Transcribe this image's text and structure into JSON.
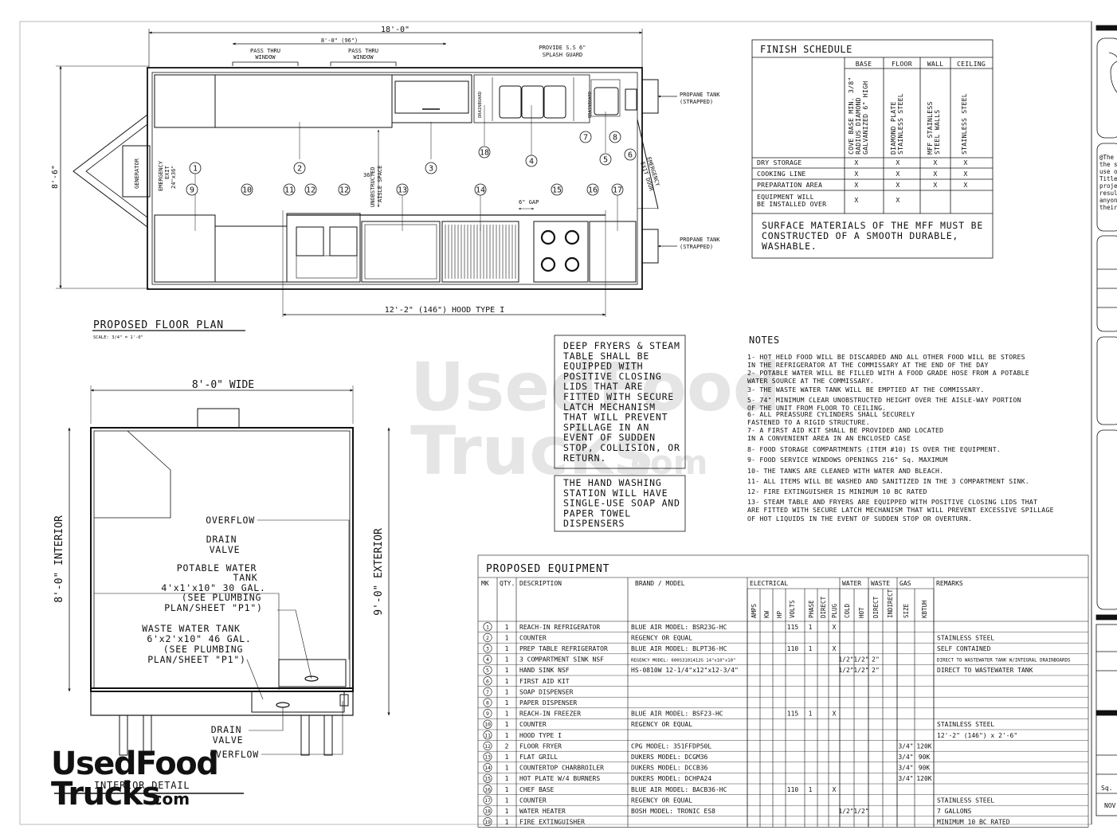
{
  "floor_plan": {
    "title": "PROPOSED FLOOR PLAN",
    "scale": "SCALE: 3/4\" = 1'-0\"",
    "overall_length": "18'-0\"",
    "width": "8'-6\"",
    "window_span": "8'-0\" (96\")",
    "pass_thru_1": [
      "PASS THRU",
      "WINDOW"
    ],
    "pass_thru_2": [
      "PASS THRU",
      "WINDOW"
    ],
    "splash_guard": [
      "PROVIDE S.S 6\"",
      "SPLASH GUARD"
    ],
    "propane_top": [
      "PROPANE TANK",
      "(STRAPPED)"
    ],
    "propane_bottom": [
      "PROPANE TANK",
      "(STRAPPED)"
    ],
    "generator": "GENERATOR",
    "emergency_exit": [
      "EMERGENCY",
      "EXIT",
      "24\"x36\""
    ],
    "emergency_door": [
      "EMERGENCY",
      "EXIT DOOR"
    ],
    "aisle": [
      "UNOBSTRUCTED",
      "AISLE SPACE"
    ],
    "aisle_dim": "36\"",
    "gap": "6\" GAP",
    "drainboard": "DRAINBOARD",
    "hood": "12'-2\" (146\") HOOD TYPE I",
    "callouts_top": [
      "1",
      "2",
      "3",
      "18",
      "4",
      "7",
      "8",
      "5",
      "6"
    ],
    "callouts_bottom": [
      "9",
      "10",
      "11",
      "12",
      "12",
      "13",
      "14",
      "15",
      "16",
      "17"
    ]
  },
  "interior_detail": {
    "title": "INTERIOR DETAIL",
    "width": "8'-0\" WIDE",
    "interior": "8'-0\" INTERIOR",
    "exterior": "9'-0\" EXTERIOR",
    "overflow_top": "OVERFLOW",
    "drain_top": [
      "DRAIN",
      "VALVE"
    ],
    "potable": [
      "POTABLE WATER",
      "TANK",
      "4'x1'x10\" 30 GAL.",
      "(SEE PLUMBING",
      "PLAN/SHEET \"P1\")"
    ],
    "waste": [
      "WASTE WATER TANK",
      "6'x2'x10\" 46 GAL.",
      "(SEE PLUMBING",
      "PLAN/SHEET \"P1\")"
    ],
    "drain_bottom": [
      "DRAIN",
      "VALVE"
    ],
    "overflow_bottom": "OVERFLOW"
  },
  "finish_schedule": {
    "title": "FINISH SCHEDULE",
    "headers": [
      "BASE",
      "FLOOR",
      "WALL",
      "CEILING"
    ],
    "materials": [
      [
        "COVE BASE MIN. 3/8\"",
        "RADIUS DIAMOND",
        "GALVANIZED 6\" HIGH"
      ],
      [
        "DIAMOND PLATE",
        "STAINLESS STEEL"
      ],
      [
        "MFF STAINLESS",
        "STEEL WALLS"
      ],
      [
        "STAINLESS STEEL"
      ]
    ],
    "rows": [
      {
        "name": [
          "DRY STORAGE"
        ],
        "marks": [
          "X",
          "X",
          "X",
          "X"
        ]
      },
      {
        "name": [
          "COOKING LINE"
        ],
        "marks": [
          "X",
          "X",
          "X",
          "X"
        ]
      },
      {
        "name": [
          "PREPARATION AREA"
        ],
        "marks": [
          "X",
          "X",
          "X",
          "X"
        ]
      },
      {
        "name": [
          "EQUIPMENT WILL",
          "BE INSTALLED OVER"
        ],
        "marks": [
          "X",
          "X",
          "",
          ""
        ]
      }
    ],
    "note": [
      "SURFACE MATERIALS OF THE MFF MUST BE",
      "CONSTRUCTED OF A SMOOTH DURABLE,",
      "WASHABLE."
    ]
  },
  "fryer_note": [
    "DEEP FRYERS & STEAM",
    "TABLE SHALL BE",
    "EQUIPPED WITH",
    "POSITIVE CLOSING",
    "LIDS THAT ARE",
    "FITTED WITH SECURE",
    "LATCH MECHANISM",
    "THAT WILL PREVENT",
    "SPILLAGE IN AN",
    "EVENT OF SUDDEN",
    "STOP, COLLISION, OR",
    "RETURN."
  ],
  "handwash_note": [
    "THE HAND WASHING",
    "STATION WILL HAVE",
    "SINGLE-USE SOAP AND",
    "PAPER TOWEL",
    "DISPENSERS"
  ],
  "notes": {
    "title": "NOTES",
    "lines": [
      "1- HOT HELD FOOD WILL BE DISCARDED AND ALL OTHER FOOD WILL BE STORES",
      "   IN THE REFRIGERATOR AT THE COMMISSARY AT THE END OF THE DAY",
      "2- POTABLE WATER WILL BE FILLED WITH A FOOD GRADE HOSE FROM A POTABLE",
      "   WATER SOURCE AT THE COMMISSARY.",
      "3- THE WASTE WATER TANK WILL BE EMPTIED AT THE COMMISSARY.",
      "5- 74\" MINIMUM CLEAR UNOBSTRUCTED HEIGHT OVER THE AISLE-WAY PORTION",
      "   OF THE UNIT FROM FLOOR TO CEILING.",
      "6- ALL PREASSURE CYLINDERS SHALL SECURELY",
      "   FASTENED TO A RIGID STRUCTURE.",
      "7- A FIRST AID KIT SHALL BE PROVIDED AND LOCATED",
      "   IN A CONVENIENT AREA IN AN ENCLOSED CASE",
      "8- FOOD STORAGE COMPARTMENTS (ITEM #10) IS OVER THE EQUIPMENT.",
      "9- FOOD SERVICE WINDOWS OPENINGS 216\" Sq. MAXIMUM",
      "10- THE TANKS ARE CLEANED WITH WATER AND BLEACH.",
      "11- ALL ITEMS WILL BE WASHED AND SANITIZED IN THE 3 COMPARTMENT SINK.",
      "12- FIRE EXTINGUISHER IS MINIMUM 10 BC RATED",
      "13- STEAM TABLE AND FRYERS ARE EQUIPPED WITH POSITIVE CLOSING LIDS THAT",
      "ARE FITTED WITH SECURE LATCH MECHANISM THAT WILL PREVENT EXCESSIVE SPILLAGE",
      "OF HOT LIQUIDS IN THE EVENT OF SUDDEN STOP OR OVERTURN."
    ]
  },
  "equipment": {
    "title": "PROPOSED EQUIPMENT",
    "headers": {
      "mk": "MK",
      "qty": "QTY.",
      "desc": "DESCRIPTION",
      "brand": "BRAND / MODEL",
      "electrical": "ELECTRICAL",
      "water": "WATER",
      "waste": "WASTE",
      "gas": "GAS",
      "remarks": "REMARKS"
    },
    "sub_headers": [
      "AMPS",
      "KW",
      "HP",
      "VOLTS",
      "PHASE",
      "DIRECT",
      "PLUG",
      "COLD",
      "HOT",
      "DIRECT",
      "INDIRECT",
      "SIZE",
      "KBTUH"
    ],
    "rows": [
      {
        "mk": "1",
        "qty": "1",
        "desc": "REACH-IN REFRIGERATOR",
        "brand": "BLUE AIR MODEL: BSR23G-HC",
        "volts": "115",
        "phase": "1",
        "plug": "X",
        "cold": "",
        "hot": "",
        "direct": "",
        "size": "",
        "kbtuh": "",
        "remarks": ""
      },
      {
        "mk": "2",
        "qty": "1",
        "desc": "COUNTER",
        "brand": "REGENCY OR EQUAL",
        "volts": "",
        "phase": "",
        "plug": "",
        "cold": "",
        "hot": "",
        "direct": "",
        "size": "",
        "kbtuh": "",
        "remarks": "STAINLESS STEEL"
      },
      {
        "mk": "3",
        "qty": "1",
        "desc": "PREP TABLE REFRIGERATOR",
        "brand": "BLUE AIR MODEL: BLPT36-HC",
        "volts": "110",
        "phase": "1",
        "plug": "X",
        "cold": "",
        "hot": "",
        "direct": "",
        "size": "",
        "kbtuh": "",
        "remarks": "SELF CONTAINED"
      },
      {
        "mk": "4",
        "qty": "1",
        "desc": "3 COMPARTMENT SINK NSF",
        "brand": "REGENCY MODEL: 600S3101412G 14\"x10\"x10\"",
        "volts": "",
        "phase": "",
        "plug": "",
        "cold": "1/2\"",
        "hot": "1/2\"",
        "direct": "2\"",
        "size": "",
        "kbtuh": "",
        "remarks": "DIRECT TO WASTEWATER TANK W/INTEGRAL DRAINBOARDS"
      },
      {
        "mk": "5",
        "qty": "1",
        "desc": "HAND SINK NSF",
        "brand": "HS-0810W 12-1/4\"x12\"x12-3/4\"",
        "volts": "",
        "phase": "",
        "plug": "",
        "cold": "1/2\"",
        "hot": "1/2\"",
        "direct": "2\"",
        "size": "",
        "kbtuh": "",
        "remarks": "DIRECT TO WASTEWATER TANK"
      },
      {
        "mk": "6",
        "qty": "1",
        "desc": "FIRST AID KIT",
        "brand": "",
        "volts": "",
        "phase": "",
        "plug": "",
        "cold": "",
        "hot": "",
        "direct": "",
        "size": "",
        "kbtuh": "",
        "remarks": ""
      },
      {
        "mk": "7",
        "qty": "1",
        "desc": "SOAP DISPENSER",
        "brand": "",
        "volts": "",
        "phase": "",
        "plug": "",
        "cold": "",
        "hot": "",
        "direct": "",
        "size": "",
        "kbtuh": "",
        "remarks": ""
      },
      {
        "mk": "8",
        "qty": "1",
        "desc": "PAPER DISPENSER",
        "brand": "",
        "volts": "",
        "phase": "",
        "plug": "",
        "cold": "",
        "hot": "",
        "direct": "",
        "size": "",
        "kbtuh": "",
        "remarks": ""
      },
      {
        "mk": "9",
        "qty": "1",
        "desc": "REACH-IN FREEZER",
        "brand": "BLUE AIR MODEL: BSF23-HC",
        "volts": "115",
        "phase": "1",
        "plug": "X",
        "cold": "",
        "hot": "",
        "direct": "",
        "size": "",
        "kbtuh": "",
        "remarks": ""
      },
      {
        "mk": "10",
        "qty": "1",
        "desc": "COUNTER",
        "brand": "REGENCY OR EQUAL",
        "volts": "",
        "phase": "",
        "plug": "",
        "cold": "",
        "hot": "",
        "direct": "",
        "size": "",
        "kbtuh": "",
        "remarks": "STAINLESS STEEL"
      },
      {
        "mk": "11",
        "qty": "1",
        "desc": "HOOD TYPE I",
        "brand": "",
        "volts": "",
        "phase": "",
        "plug": "",
        "cold": "",
        "hot": "",
        "direct": "",
        "size": "",
        "kbtuh": "",
        "remarks": "12'-2\" (146\") x 2'-6\""
      },
      {
        "mk": "12",
        "qty": "2",
        "desc": "FLOOR FRYER",
        "brand": "CPG MODEL: 351FFDP50L",
        "volts": "",
        "phase": "",
        "plug": "",
        "cold": "",
        "hot": "",
        "direct": "",
        "size": "3/4\"",
        "kbtuh": "120K",
        "remarks": ""
      },
      {
        "mk": "13",
        "qty": "1",
        "desc": "FLAT GRILL",
        "brand": "DUKERS MODEL: DCGM36",
        "volts": "",
        "phase": "",
        "plug": "",
        "cold": "",
        "hot": "",
        "direct": "",
        "size": "3/4\"",
        "kbtuh": "90K",
        "remarks": ""
      },
      {
        "mk": "14",
        "qty": "1",
        "desc": "COUNTERTOP CHARBROILER",
        "brand": "DUKERS MODEL: DCCB36",
        "volts": "",
        "phase": "",
        "plug": "",
        "cold": "",
        "hot": "",
        "direct": "",
        "size": "3/4\"",
        "kbtuh": "90K",
        "remarks": ""
      },
      {
        "mk": "15",
        "qty": "1",
        "desc": "HOT PLATE W/4 BURNERS",
        "brand": "DUKERS MODEL: DCHPA24",
        "volts": "",
        "phase": "",
        "plug": "",
        "cold": "",
        "hot": "",
        "direct": "",
        "size": "3/4\"",
        "kbtuh": "120K",
        "remarks": ""
      },
      {
        "mk": "16",
        "qty": "1",
        "desc": "CHEF BASE",
        "brand": "BLUE AIR MODEL: BACB36-HC",
        "volts": "110",
        "phase": "1",
        "plug": "X",
        "cold": "",
        "hot": "",
        "direct": "",
        "size": "",
        "kbtuh": "",
        "remarks": ""
      },
      {
        "mk": "17",
        "qty": "1",
        "desc": "COUNTER",
        "brand": "REGENCY OR EQUAL",
        "volts": "",
        "phase": "",
        "plug": "",
        "cold": "",
        "hot": "",
        "direct": "",
        "size": "",
        "kbtuh": "",
        "remarks": "STAINLESS STEEL"
      },
      {
        "mk": "18",
        "qty": "1",
        "desc": "WATER HEATER",
        "brand": "BOSH MODEL: TRONIC ES8",
        "volts": "",
        "phase": "",
        "plug": "",
        "cold": "1/2\"",
        "hot": "1/2\"",
        "direct": "",
        "size": "",
        "kbtuh": "",
        "remarks": "7 GALLONS"
      },
      {
        "mk": "19",
        "qty": "1",
        "desc": "FIRE EXTINGUISHER",
        "brand": "",
        "volts": "",
        "phase": "",
        "plug": "",
        "cold": "",
        "hot": "",
        "direct": "",
        "size": "",
        "kbtuh": "",
        "remarks": "MINIMUM 10 BC RATED"
      }
    ]
  },
  "watermark": {
    "line1": "UsedFood",
    "line2": "Trucks",
    "suffix": ".com"
  },
  "title_block_fragments": [
    "@The",
    "the sc",
    "use o",
    "Title",
    "projec",
    "result",
    "anyon",
    "their t",
    "Sq.",
    "NOV"
  ]
}
